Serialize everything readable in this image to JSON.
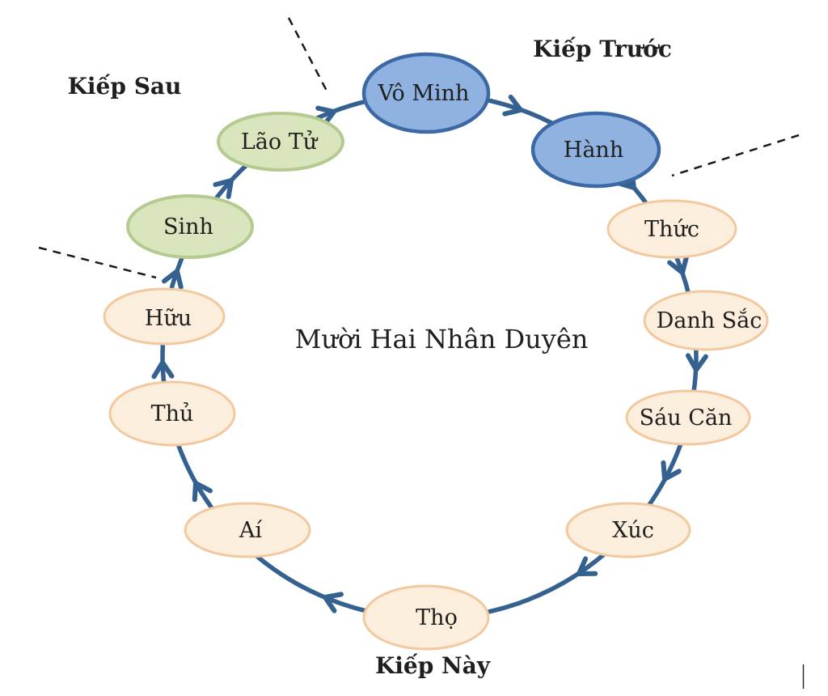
{
  "diagram": {
    "title": "Mười Hai Nhân Duyên",
    "stage_labels": {
      "previous_life": "Kiếp Trước",
      "next_life": "Kiếp Sau",
      "this_life": "Kiếp Này"
    },
    "nodes": [
      {
        "label": "Vô Minh",
        "group": "kiep-truoc",
        "color": "blue"
      },
      {
        "label": "Hành",
        "group": "kiep-truoc",
        "color": "blue"
      },
      {
        "label": "Thức",
        "group": "kiep-nay",
        "color": "peach"
      },
      {
        "label": "Danh Sắc",
        "group": "kiep-nay",
        "color": "peach"
      },
      {
        "label": "Sáu Căn",
        "group": "kiep-nay",
        "color": "peach"
      },
      {
        "label": "Xúc",
        "group": "kiep-nay",
        "color": "peach"
      },
      {
        "label": "Thọ",
        "group": "kiep-nay",
        "color": "peach"
      },
      {
        "label": "Aí",
        "group": "kiep-nay",
        "color": "peach"
      },
      {
        "label": "Thủ",
        "group": "kiep-nay",
        "color": "peach"
      },
      {
        "label": "Hữu",
        "group": "kiep-nay",
        "color": "peach"
      },
      {
        "label": "Sinh",
        "group": "kiep-sau",
        "color": "green"
      },
      {
        "label": "Lão Tử",
        "group": "kiep-sau",
        "color": "green"
      }
    ],
    "flow_direction": "clockwise",
    "colors": {
      "node_blue_fill": "#8fb2e0",
      "node_blue_stroke": "#3c69a6",
      "node_green_fill": "#d9e5bd",
      "node_green_stroke": "#b5ca8e",
      "node_peach_fill": "#fceedc",
      "node_peach_stroke": "#f2c99f",
      "arrow": "#34618f",
      "dash_line": "#1a1a1a",
      "text": "#1f1f1f",
      "background": "#ffffff"
    }
  }
}
